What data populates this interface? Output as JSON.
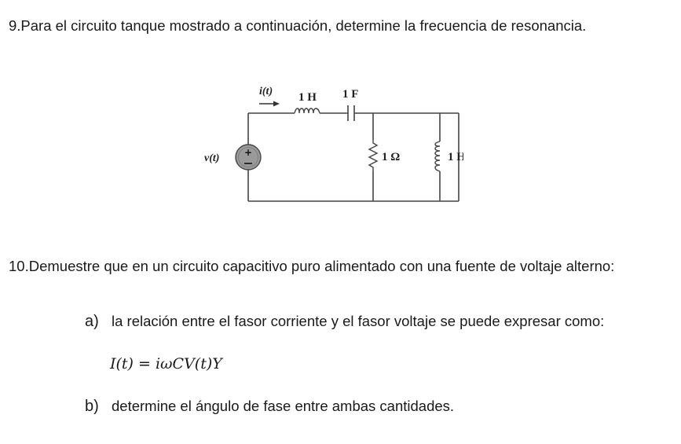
{
  "question9": {
    "text": "9.Para el circuito tanque mostrado a continuación, determine la frecuencia de resonancia."
  },
  "circuit": {
    "current_label": "i(t)",
    "source_label": "v(t)",
    "inductor1_label": "1 H",
    "capacitor_label": "1 F",
    "resistor_label": "1 Ω",
    "inductor2_label": "1 H"
  },
  "question10": {
    "text": "10.Demuestre que en un circuito capacitivo puro alimentado con una fuente de voltaje alterno:",
    "item_a_label": "a)",
    "item_a_text": "la relación entre el fasor corriente y el fasor voltaje se puede expresar como:",
    "formula": "I(t) = iωCV(t)Y",
    "item_b_label": "b)",
    "item_b_text": "determine el ángulo de fase entre ambas cantidades."
  },
  "colors": {
    "text": "#1a1a1a",
    "wire": "#444444",
    "source_fill": "#9a9a9a"
  }
}
